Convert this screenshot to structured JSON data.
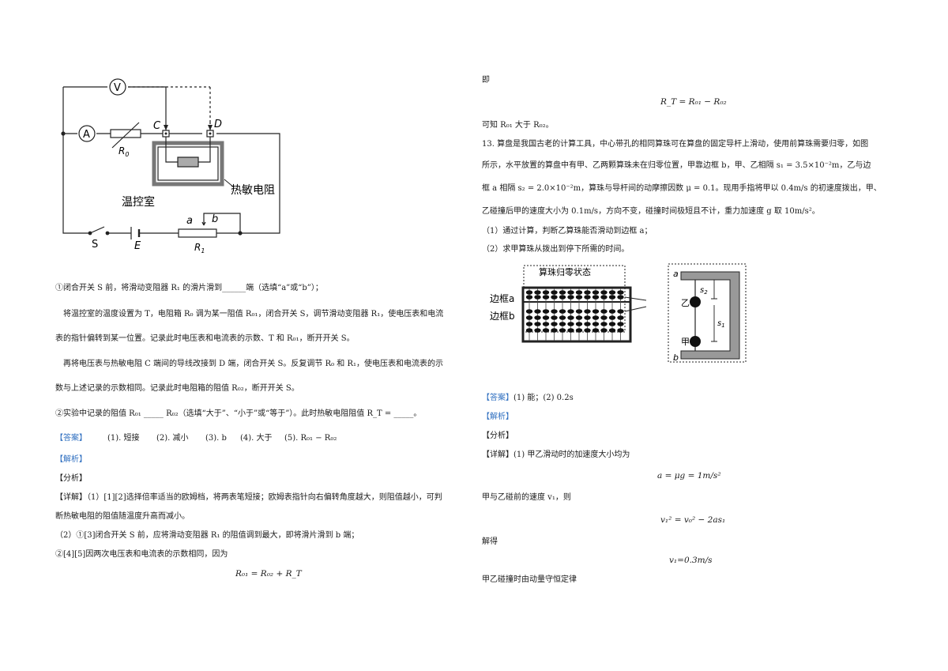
{
  "left": {
    "circuit": {
      "labels": {
        "voltmeter": "V",
        "ammeter": "A",
        "C": "C",
        "D": "D",
        "R0": "R",
        "R0_sub": "0",
        "thermistor": "热敏电阻",
        "room": "温控室",
        "a": "a",
        "b": "b",
        "S": "S",
        "E": "E",
        "R1": "R",
        "R1_sub": "1"
      }
    },
    "q1_text": "①闭合开关 S 前，将滑动变阻器 R₁ 的滑片滑到______端（选填“a”或“b”）；",
    "p2_line1": "将温控室的温度设置为 T，电阻箱 R₀ 调为某一阻值 R₀₁，闭合开关 S，调节滑动变阻器 R₁，使电压表和电流",
    "p2_line2": "表的指针偏转到某一位置。记录此时电压表和电流表的示数、T 和 R₀₁，断开开关 S。",
    "p3_line1": "再将电压表与热敏电阻 C 端间的导线改接到 D 端，闭合开关 S。反复调节 R₀ 和 R₁，使电压表和电流表的示",
    "p3_line2": "数与上述记录的示数相同。记录此时电阻箱的阻值 R₀₂，断开开关 S。",
    "q2_text": "②实验中记录的阻值 R₀₁ _____ R₀₂（选填“大于”、“小于”或“等于”）。此时热敏电阻阻值 R_T = _____。",
    "answer_tag": "【答案】",
    "answer_items": [
      "(1). 短接",
      "(2). 减小",
      "(3). b",
      "(4). 大于",
      "(5). R₀₁ − R₀₂"
    ],
    "analysis_tag": "【解析】",
    "fenxi": "【分析】",
    "detail_line1": "【详解】（1）[1][2]选择倍率适当的欧姆档，将两表笔短接；欧姆表指针向右偏转角度越大，则阻值越小，可判",
    "detail_line2": "断热敏电阻的阻值随温度升高而减小。",
    "detail_line3": "（2）①[3]闭合开关 S 前，应将滑动变阻器 R₁ 的阻值调到最大，即将滑片滑到 b 端；",
    "detail_line4": "②[4][5]因两次电压表和电流表的示数相同，因为",
    "formula": "R₀₁ = R₀₂ + R_T"
  },
  "right": {
    "ji": "即",
    "formula1": "R_T = R₀₁ − R₀₂",
    "kezhi": "可知 R₀₁ 大于 R₀₂。",
    "q13_line1": "13.  算盘是我国古老的计算工具，中心带孔的相同算珠可在算盘的固定导杆上滑动，使用前算珠需要归零，如图",
    "q13_line2": "所示，水平放置的算盘中有甲、乙两颗算珠未在归零位置，甲靠边框 b，甲、乙相隔 s₁ = 3.5×10⁻²m，乙与边",
    "q13_line3": "框 a 相隔 s₂ = 2.0×10⁻²m，算珠与导杆间的动摩擦因数 μ = 0.1。现用手指将甲以 0.4m/s 的初速度拨出，甲、",
    "q13_line4": "乙碰撞后甲的速度大小为 0.1m/s，方向不变，碰撞时间极短且不计，重力加速度 g 取 10m/s²。",
    "q13_sub1": "（1）通过计算，判断乙算珠能否滑动到边框 a；",
    "q13_sub2": "（2）求甲算珠从拨出到停下所需的时间。",
    "abacus": {
      "title": "算珠归零状态",
      "frame_a": "边框a",
      "frame_b": "边框b",
      "a": "a",
      "b": "b",
      "s2": "s",
      "s2_sub": "2",
      "s1": "s",
      "s1_sub": "1",
      "yi": "乙",
      "jia": "甲"
    },
    "answer_tag": "【答案】",
    "answer_text": "(1) 能；(2) 0.2s",
    "analysis_tag": "【解析】",
    "fenxi": "【分析】",
    "detail1": "【详解】(1) 甲乙滑动时的加速度大小均为",
    "eq1": "a = μg = 1m/s²",
    "detail2": "甲与乙碰前的速度 v₁，则",
    "eq2": "v₁² = v₀² − 2as₁",
    "jiede": "解得",
    "eq3": "v₁=0.3m/s",
    "detail3": "甲乙碰撞时由动量守恒定律"
  }
}
